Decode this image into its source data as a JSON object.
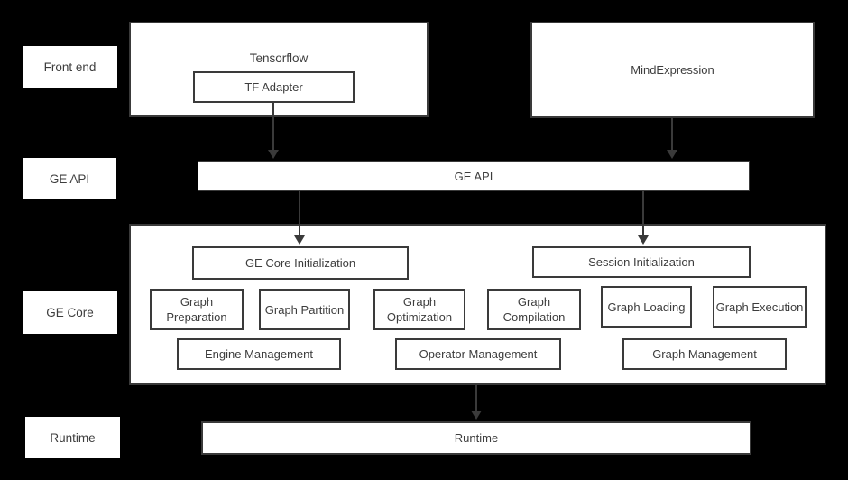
{
  "colors": {
    "background": "#000000",
    "box_fill": "#ffffff",
    "box_border": "#3a3a3a",
    "text": "#3d3d3d",
    "arrow": "#3a3a3a"
  },
  "row_labels": {
    "front_end": "Front end",
    "ge_api": "GE API",
    "ge_core": "GE Core",
    "runtime": "Runtime"
  },
  "front_end": {
    "tensorflow": "Tensorflow",
    "tf_adapter": "TF Adapter",
    "mindexpression": "MindExpression"
  },
  "ge_api_bar": "GE API",
  "ge_core": {
    "init_left": "GE Core Initialization",
    "init_right": "Session Initialization",
    "modules": [
      "Graph Preparation",
      "Graph Partition",
      "Graph Optimization",
      "Graph Compilation",
      "Graph Loading",
      "Graph Execution"
    ],
    "management": [
      "Engine Management",
      "Operator Management",
      "Graph Management"
    ]
  },
  "runtime_bar": "Runtime"
}
